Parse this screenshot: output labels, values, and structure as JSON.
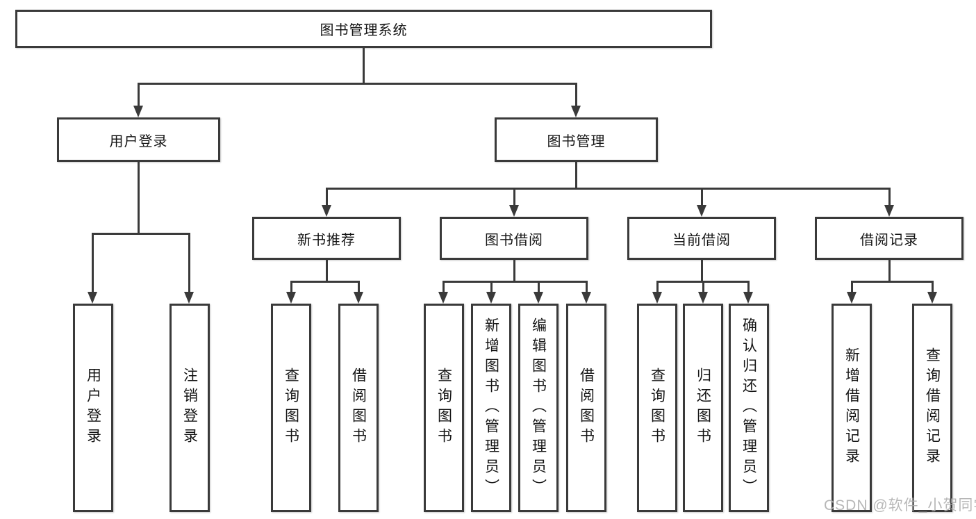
{
  "nodes": {
    "root": "图书管理系统",
    "user_login": "用户登录",
    "book_management": "图书管理",
    "new_book_recommend": "新书推荐",
    "book_borrowing": "图书借阅",
    "current_borrowing": "当前借阅",
    "borrowing_records": "借阅记录",
    "leaf_user_login": "用户登录",
    "leaf_logout_login": "注销登录",
    "leaf_query_books_a": "查询图书",
    "leaf_borrow_books_a": "借阅图书",
    "leaf_query_books_b": "查询图书",
    "leaf_add_books_admin": "新增图书（管理员）",
    "leaf_edit_books_admin": "编辑图书（管理员）",
    "leaf_borrow_books_b": "借阅图书",
    "leaf_query_books_c": "查询图书",
    "leaf_return_books": "归还图书",
    "leaf_confirm_return_admin": "确认归还（管理员）",
    "leaf_add_borrow_record": "新增借阅记录",
    "leaf_query_borrow_record": "查询借阅记录"
  },
  "watermark": "CSDN @软件_小贺同学",
  "colors": {
    "line": "#3a3a3a",
    "text": "#151515",
    "watermark": "#afafaf",
    "background": "#ffffff"
  }
}
